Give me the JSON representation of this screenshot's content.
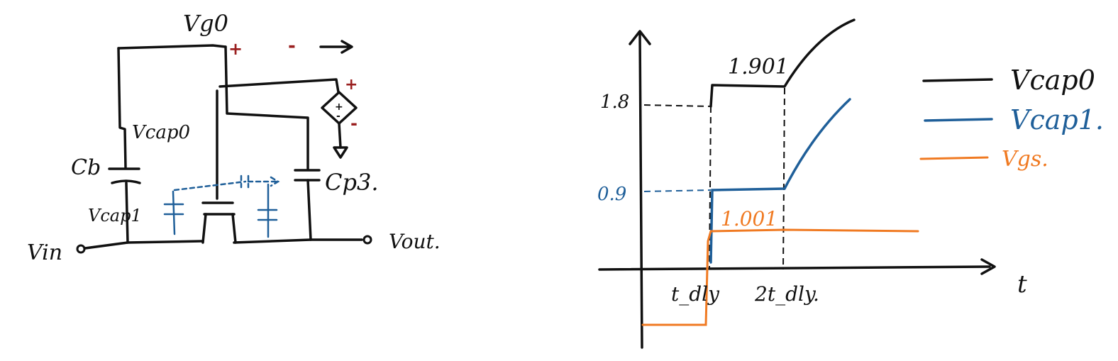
{
  "colors": {
    "ink": "#111111",
    "blue": "#1f5f99",
    "orange": "#f07a22",
    "red": "#9a1f1f"
  },
  "circuit": {
    "labels": {
      "vg0": "Vg0",
      "vcap0": "Vcap0",
      "cb": "Cb",
      "vcap1": "Vcap1",
      "cp3": "Cp3.",
      "vin": "Vin",
      "vout": "Vout."
    },
    "polarity": {
      "top_plus": "+",
      "top_minus": "-",
      "src_plus": "+",
      "src_minus": "-",
      "src_inner_plus": "+",
      "src_inner_minus": "-"
    }
  },
  "timing": {
    "x_axis_label": "t",
    "y_ticks": [
      "1.8",
      "0.9"
    ],
    "x_ticks": [
      "t_dly",
      "2t_dly."
    ],
    "annotations": {
      "top_level": "1.901",
      "vgs_level": "1.001"
    },
    "legend": [
      "Vcap0",
      "Vcap1.",
      "Vgs."
    ]
  }
}
